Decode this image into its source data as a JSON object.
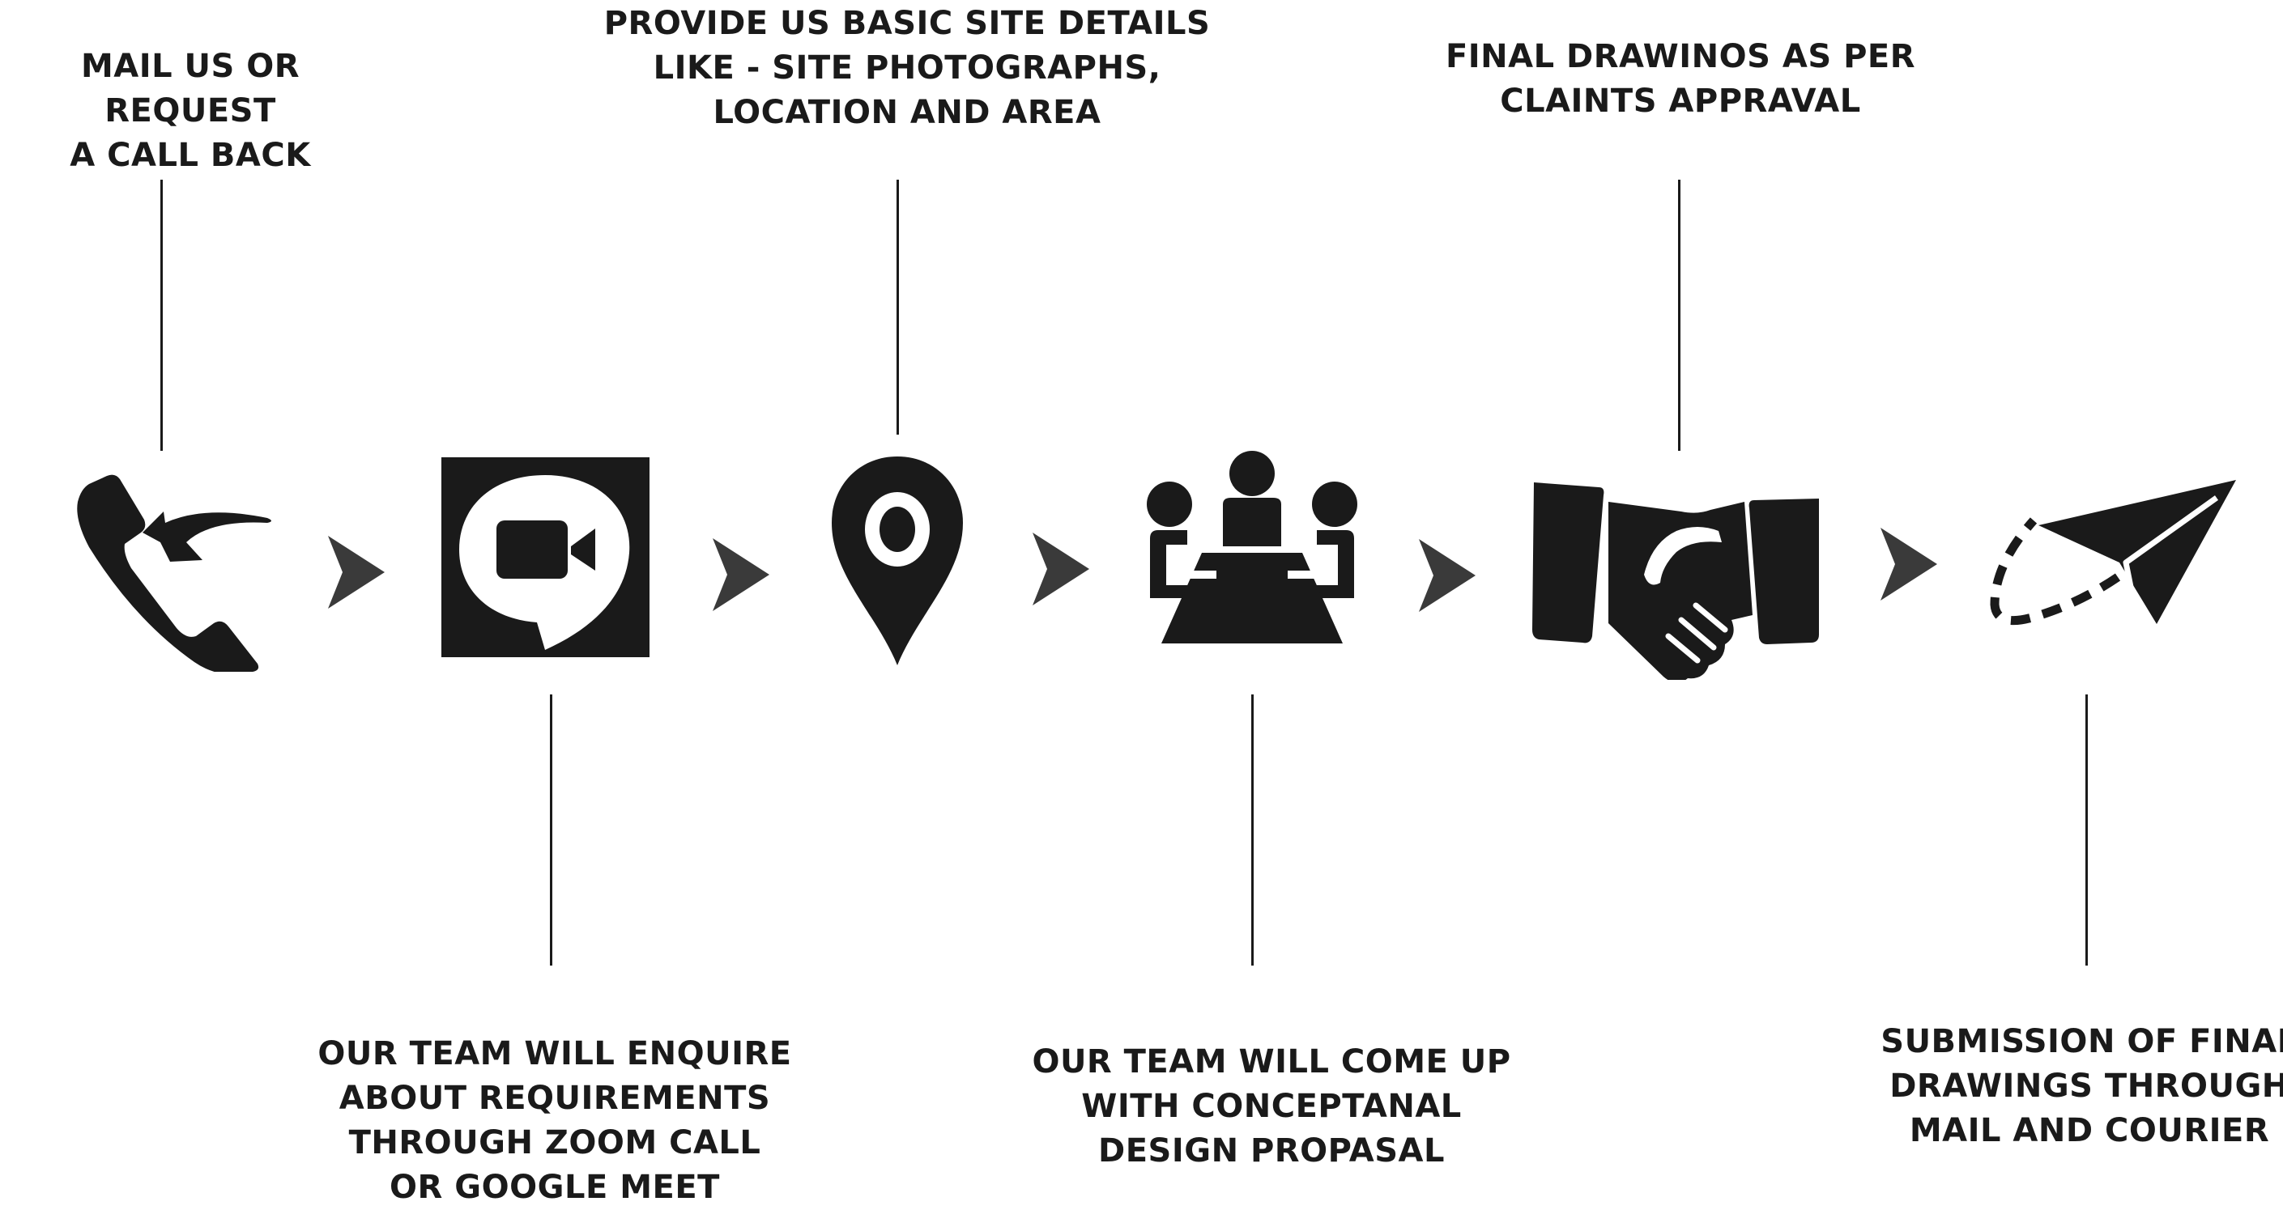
{
  "colors": {
    "ink": "#1a1a1a",
    "arrow": "#3a3a3a",
    "background": "#ffffff"
  },
  "steps": [
    {
      "id": "call",
      "icon": "phone-callback-icon",
      "text": "MAIL US OR REQUEST\nA CALL BACK"
    },
    {
      "id": "enquire",
      "icon": "video-chat-icon",
      "text": "OUR TEAM WILL ENQUIRE\nABOUT REQUIREMENTS\nTHROUGH ZOOM CALL\nOR GOOGLE MEET"
    },
    {
      "id": "site",
      "icon": "location-pin-icon",
      "text": "PROVIDE US BASIC SITE DETAILS\nLIKE - SITE PHOTOGRAPHS,\nLOCATION AND AREA"
    },
    {
      "id": "concept",
      "icon": "meeting-table-icon",
      "text": "OUR TEAM WILL COME UP\nWITH CONCEPTANAL\nDESIGN PROPASAL"
    },
    {
      "id": "approval",
      "icon": "handshake-icon",
      "text": "FINAL DRAWINOS AS PER\nCLAINTS APPRAVAL"
    },
    {
      "id": "submit",
      "icon": "paper-plane-icon",
      "text": "SUBMISSION OF FINAL\nDRAWINGS THROUGH\nMAIL AND COURIER"
    }
  ]
}
